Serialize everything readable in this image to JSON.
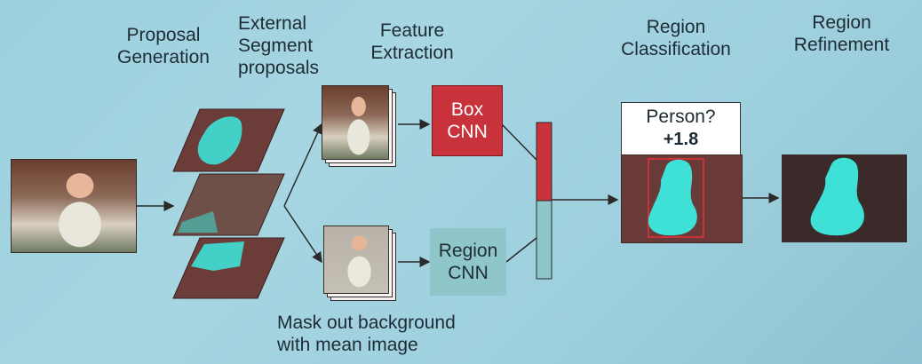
{
  "stages": {
    "proposal_generation": "Proposal\nGeneration",
    "external_segment": "External\nSegment\nproposals",
    "feature_extraction": "Feature\nExtraction",
    "region_classification": "Region\nClassification",
    "region_refinement": "Region\nRefinement"
  },
  "box_cnn": "Box\nCNN",
  "region_cnn": "Region\nCNN",
  "classification_question": "Person?",
  "classification_score": "+1.8",
  "mask_note": "Mask out background\nwith mean image",
  "colors": {
    "box_cnn_fill": "#c8323a",
    "region_cnn_fill": "#8fc6c9",
    "segment_cyan": "#3fe0d6",
    "region_tint": "#6a3a38"
  }
}
